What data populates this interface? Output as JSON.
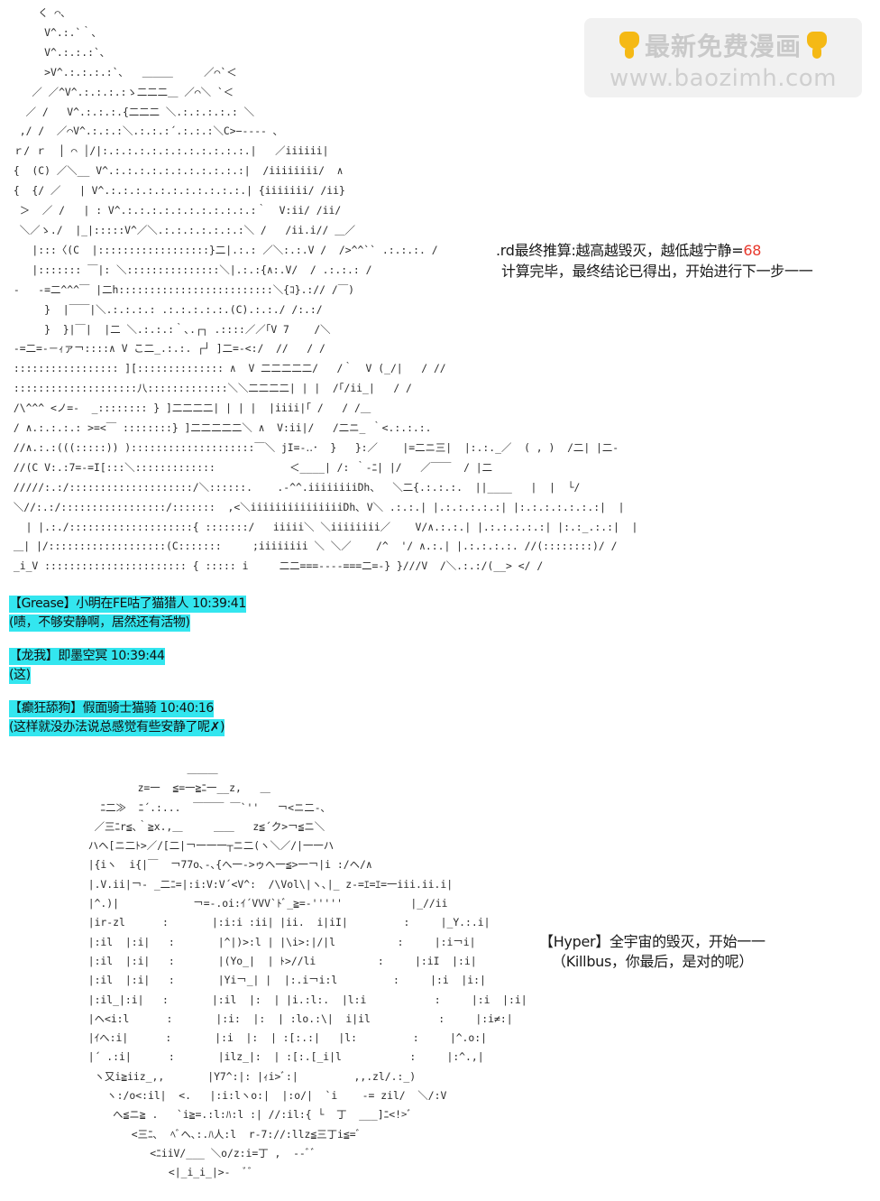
{
  "watermark": {
    "title": "最新免费漫画",
    "site": "www.baozimh.com"
  },
  "narration": {
    "line1_prefix": ".rd最终推算:越高越毁灭，越低越宁静=",
    "line1_value": "68",
    "line2": "计算完毕，最终结论已得出，开始进行下一步一一"
  },
  "chat": [
    {
      "header": "【Grease】小明在FE咕了猫猎人 10:39:41",
      "body": "(啧，不够安静啊，居然还有活物)"
    },
    {
      "header": "【龙我】即墨空冥 10:39:44",
      "body": "(这)"
    },
    {
      "header": "【癫狂舔狗】假面骑士猫骑 10:40:16",
      "body": "(这样就没办法说总感觉有些安静了呢✗)"
    }
  ],
  "hyper": {
    "line1": "【Hyper】全宇宙的毁灭，开始一一",
    "line2": "（Killbus，你最后，是对的呢）"
  },
  "colors": {
    "chat_highlight": "#33e6ef",
    "value_red": "#e8382c",
    "hand_icon": "#f5b915"
  },
  "icons": [
    "pointing-hand-icon"
  ],
  "aa_robot": "     く ⌒､\n      V^.:.`｀､\n      V^.:.:.:`､\n      >V^.:.:.:.:`､   ＿＿＿     ／⌒`＜\n    ／ ／^V^.:.:.:.:ゝ二二二＿ ／⌒＼ `＜\n   ／ /   V^.:.:.:.{二二二 ＼.:.:.:.:.: ＼\n  ,/ /  ／⌒V^.:.:.:＼.:.:.:´.:.:.:＼C>−---‐ ､\n ｒ/ ｒ  │ ⌒ │/|:.:.:.:.:.:.:.:.:.:.:.:.|   ／iiiiii|\n {  (C) ／＼__ V^.:.:.:.:.:.:.:.:.:.:.:|  /iiiiiiii/  ∧\n {  {/ ／   | V^.:.:.:.:.:.:.:.:.:.:.:.| {iiiiiii/ /ii}\n  ＞  ／ /   | : V^.:.:.:.:.:.:.:.:.:.:.:｀  V:ii/ /ii/\n  ＼／ゝ./  |_|:::::V^／＼.:.:.:.:.:.:.:＼ /   /ii.i// ＿／\n    |:::〈(C  |::::::::::::::::::}二|.:.: ／＼:.:.V /  />^^`` .:.:.:. /\n    |::::::: ￣|: ＼:::::::::::::::＼|.:.:{∧:.V/  / .:.:.: /\n -   -=二^^^￣ |二h:::::::::::::::::::::::::＼{ｺ}.:// /￣)\n      }  |￣￣|＼.:.:.:.: .:.:.:.:.:.(C).:.:./ /:.:/\n      }  }|￣|  |二 ＼.:.:.:｀､.┌┐ .::::／／｢V 7    /＼\n -=二=-－ｨァ￢::::∧ V こ二_.:.:. ┌┘ ]二=-<:/  //   / /\n ::::::::::::::::: ][:::::::::::::: ∧  V 二二二二二/   /｀  V (_/|   / //\n ::::::::::::::::::::八:::::::::::::＼＼二二二二| | |  /｢/ii_|   / /\n /\\^^^ <ノ=-  _:::::::: } ]二二二二| | | |  |iiii|｢ /   / /＿\n / ∧.:.:.:.: >=<￣ ::::::::} ]二二二二二＼ ∧  V:ii|/   /二ニ_ ｀<.:.:.:.\n //∧.:.:(((:::::)) )::::::::::::::::::::￣＼ jI=-‥･  }   }:／    |=二ニ三|  |:.:._／  ( , )  /二| |二-\n //(C V:.:7=-=I[:::＼:::::::::::::            ＜____| /: ｀-ﾆ| |/   ／￣￣  / |二\n /////:.:/::::::::::::::::::::/＼::::::.    .-^^.iiiiiiiiDh、  ＼二{.:.:.:.  ||____   |  |  └/\n ＼//:.:/:::::::::::::::::/:::::::  ,<＼iiiiiiiiiiiiiiiDh､ V＼ .:.:.| |.:.:.:.:.:| |:.:.:.:.:.:.:|  |\n   | |.:./::::::::::::::::::::{ :::::::/   iiiii＼ ＼iiiiiiii／    V/∧.:.:.| |.:.:.:.:.:| |:.:_.:.:|  |\n ＿| |/:::::::::::::::::::(C:::::::     ;iiiiiiii ＼ ＼／    /^  '/ ∧.:.| |.:.:.:.:. //(::::::::)/ /\n _i_V ::::::::::::::::::::::: { ::::: i     二二===----===二=-} }///V  /＼.:.:/(__> </ /",
  "aa_can": "                  ＿＿＿\n          z=一  ≦=一≧ﾆ一__z,   ＿\n    ﾆ二≫  ﾆ´.:...  ￣￣￣ ￣`''   ￢<ニ二-､\n   ／三ﾆr≦､｀≧x.,＿     ＿＿   z≦´ク>￢≦ニ＼\n  ハヘ[ニ二ﾄ>／/[二|￢一一一┬ニ二(ヽ＼／/|一一ハ\n  |{iヽ  i{|￣  ￢77o､-､{へ一->ゥヘ一≦>一￢|i :/ヘ/∧\n  |.V.ii|￢- _二ﾆ=|:i:V:V´<V^:  /\\Vol\\|ヽ､|_ z-=ｴ=ｴ=一iii.ii.i|\n  |^.)|            ￢=-.oi:ｲ´VVV`ﾄﾞ_≧=-'''''           |_//ii\n  |ir-zl      :       |:i:i :ii| |ii.  i|iI|         :     |_Y.:.i|\n  |:il  |:i|   :       |^|)>:l | |\\i>:|/|l          :     |:i￢i|\n  |:il  |:i|   :       |(Yo_|  | ﾄ>//li          :     |:iI  |:i|\n  |:il  |:i|   :       |Yi￢_| |  |:.i￢i:l         :     |:i  |i:|\n  |:il_|:i|   :       |:il  |:  | |i.:l:.  |l:i           :     |:i  |:i|\n  |ヘ<i:l      :       |:i:  |:  | :lo.:\\|  i|il           :     |:i≠:|\n  |ｲへ:i|      :       |:i  |:  | :[:.:|   |l:         :     |^.o:|\n  |´ .:i|      :       |ilz_|:  | :[:.[_i|l           :     |:^.,|\n   ヽ又i≧iiz_,,       |Y7^:|: |ｨi>ﾞ:|         ,,.zl/.:_)\n     ヽ:/o<:il|  <.   |:i:lヽo:|  |:o/|  `i    -= zil/  ＼/:V\n      へ≦ニ≧ .   `i≧=.:l:ﾊ:l :| //:il:{ └  丁  ___]ﾆ<!>ﾞ\n         <三ﾆ､  ﾍﾞヘ､:.ﾊ人:l  r-7://:llz≦三丁i≦=ﾞ\n            <ﾆiiV/___ ＼o/z:i=丁 ,  -‐ﾞﾞ\n               <|_i_i_|>-  ﾞﾞ"
}
